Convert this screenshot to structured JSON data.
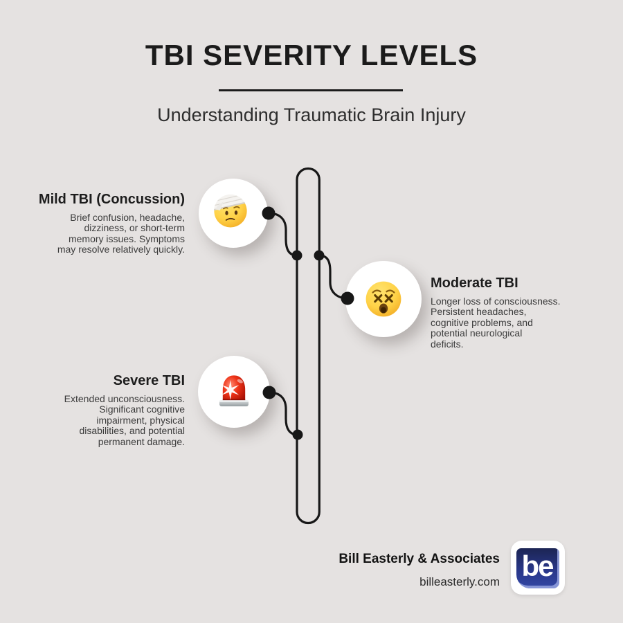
{
  "header": {
    "title": "TBI SEVERITY LEVELS",
    "subtitle": "Understanding Traumatic Brain Injury"
  },
  "levels": [
    {
      "name": "Mild TBI (Concussion)",
      "description": "Brief confusion, headache,\ndizziness, or short-term\nmemory issues. Symptoms\nmay resolve relatively quickly.",
      "icon": "face-with-head-bandage-emoji",
      "side": "left"
    },
    {
      "name": "Moderate TBI",
      "description": "Longer loss of consciousness.\nPersistent headaches,\ncognitive problems, and\npotential neurological\ndeficits.",
      "icon": "dizzy-face-emoji",
      "side": "right"
    },
    {
      "name": "Severe TBI",
      "description": "Extended unconsciousness.\nSignificant cognitive\nimpairment, physical\ndisabilities, and potential\npermanent damage.",
      "icon": "police-car-light-emoji",
      "side": "left"
    }
  ],
  "footer": {
    "company": "Bill Easterly & Associates",
    "website": "billeasterly.com",
    "logo_text": "be"
  },
  "colors": {
    "background": "#e5e2e1",
    "timeline_line": "#171717",
    "title_text": "#1b1b1b",
    "body_text": "#3b3b3b",
    "logo_blue": "#2c3a8e",
    "emoji_yellow": "#ffd247",
    "siren_red": "#e02312"
  }
}
